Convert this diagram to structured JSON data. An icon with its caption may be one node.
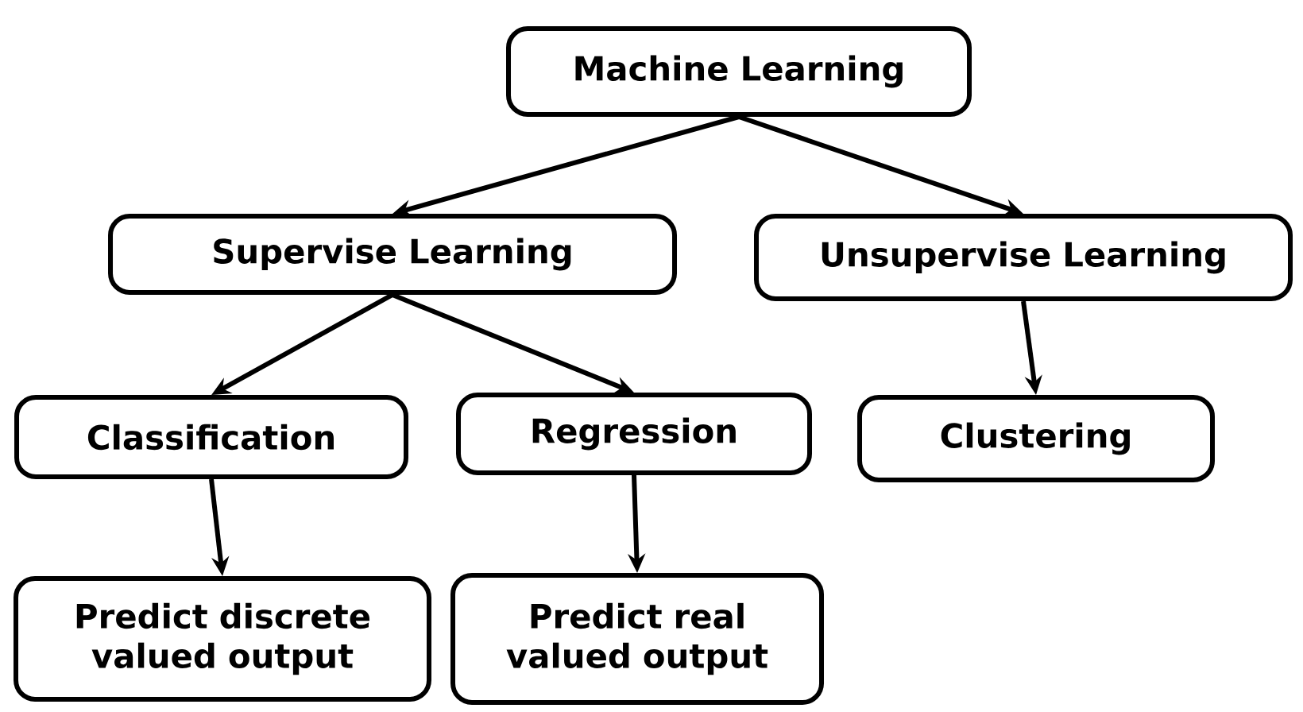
{
  "diagram": {
    "nodes": [
      {
        "text": [
          "Machine Learning"
        ]
      },
      {
        "text": [
          "Supervise Learning"
        ]
      },
      {
        "text": [
          "Unsupervise Learning"
        ]
      },
      {
        "text": [
          "Classification"
        ]
      },
      {
        "text": [
          "Regression"
        ]
      },
      {
        "text": [
          "Clustering"
        ]
      },
      {
        "text": [
          "Predict discrete valued output"
        ]
      },
      {
        "text": [
          "Predict real valued output"
        ]
      }
    ],
    "edges": [
      {
        "from": 0,
        "to": 1,
        "arrow": "to"
      },
      {
        "from": 0,
        "to": 2,
        "arrow": "to"
      },
      {
        "from": 1,
        "to": 3,
        "arrow": "to"
      },
      {
        "from": 1,
        "to": 4,
        "arrow": "to"
      },
      {
        "from": 2,
        "to": 5,
        "arrow": "to"
      },
      {
        "from": 3,
        "to": 6,
        "arrow": "to"
      },
      {
        "from": 4,
        "to": 7,
        "arrow": "to"
      }
    ]
  }
}
